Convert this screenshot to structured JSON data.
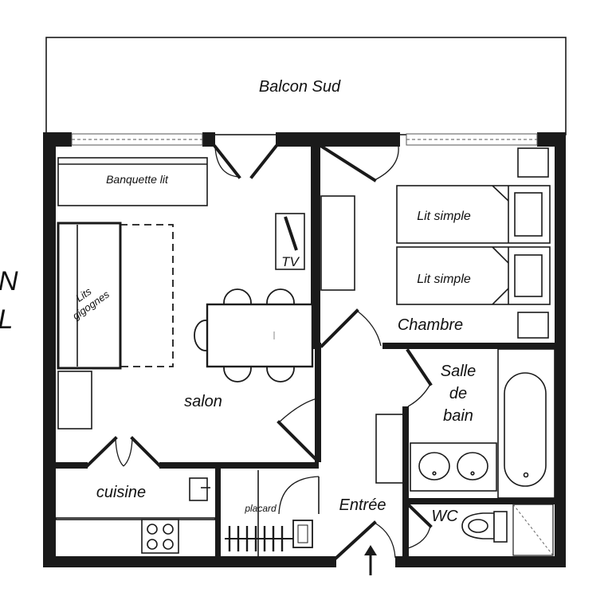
{
  "labels": {
    "balcony": "Balcon Sud",
    "sofa_bed": "Banquette lit",
    "bunk_beds_line1": "Lits",
    "bunk_beds_line2": "gigognes",
    "tv": "TV",
    "living_room": "salon",
    "kitchen": "cuisine",
    "closet": "placard",
    "entrance": "Entrée",
    "bedroom": "Chambre",
    "single_bed_1": "Lit simple",
    "single_bed_2": "Lit simple",
    "bathroom_line1": "Salle",
    "bathroom_line2": "de",
    "bathroom_line3": "bain",
    "wc": "WC",
    "left_edge_line1": "N",
    "left_edge_line2": "IL"
  },
  "colors": {
    "wall": "#1a1a1a",
    "background": "#ffffff",
    "window_hatch": "#555555"
  }
}
